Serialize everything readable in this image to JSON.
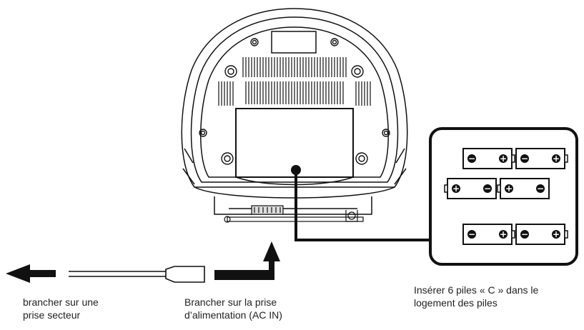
{
  "captions": {
    "mains_line1": "brancher sur une",
    "mains_line2": "prise secteur",
    "acin_line1": "Brancher sur la prise",
    "acin_line2": "d’alimentation (AC IN)",
    "batt_line1": "Insérer 6 piles « C » dans le",
    "batt_line2": "logement des piles"
  },
  "battery_compartment": {
    "cells": [
      {
        "row": 1,
        "polarity_left": "−",
        "polarity_right": "+"
      },
      {
        "row": 1,
        "polarity_left": "−",
        "polarity_right": "+"
      },
      {
        "row": 2,
        "polarity_left": "+",
        "polarity_right": "−"
      },
      {
        "row": 2,
        "polarity_left": "+",
        "polarity_right": "−"
      },
      {
        "row": 3,
        "polarity_left": "−",
        "polarity_right": "+"
      },
      {
        "row": 3,
        "polarity_left": "−",
        "polarity_right": "+"
      }
    ]
  }
}
